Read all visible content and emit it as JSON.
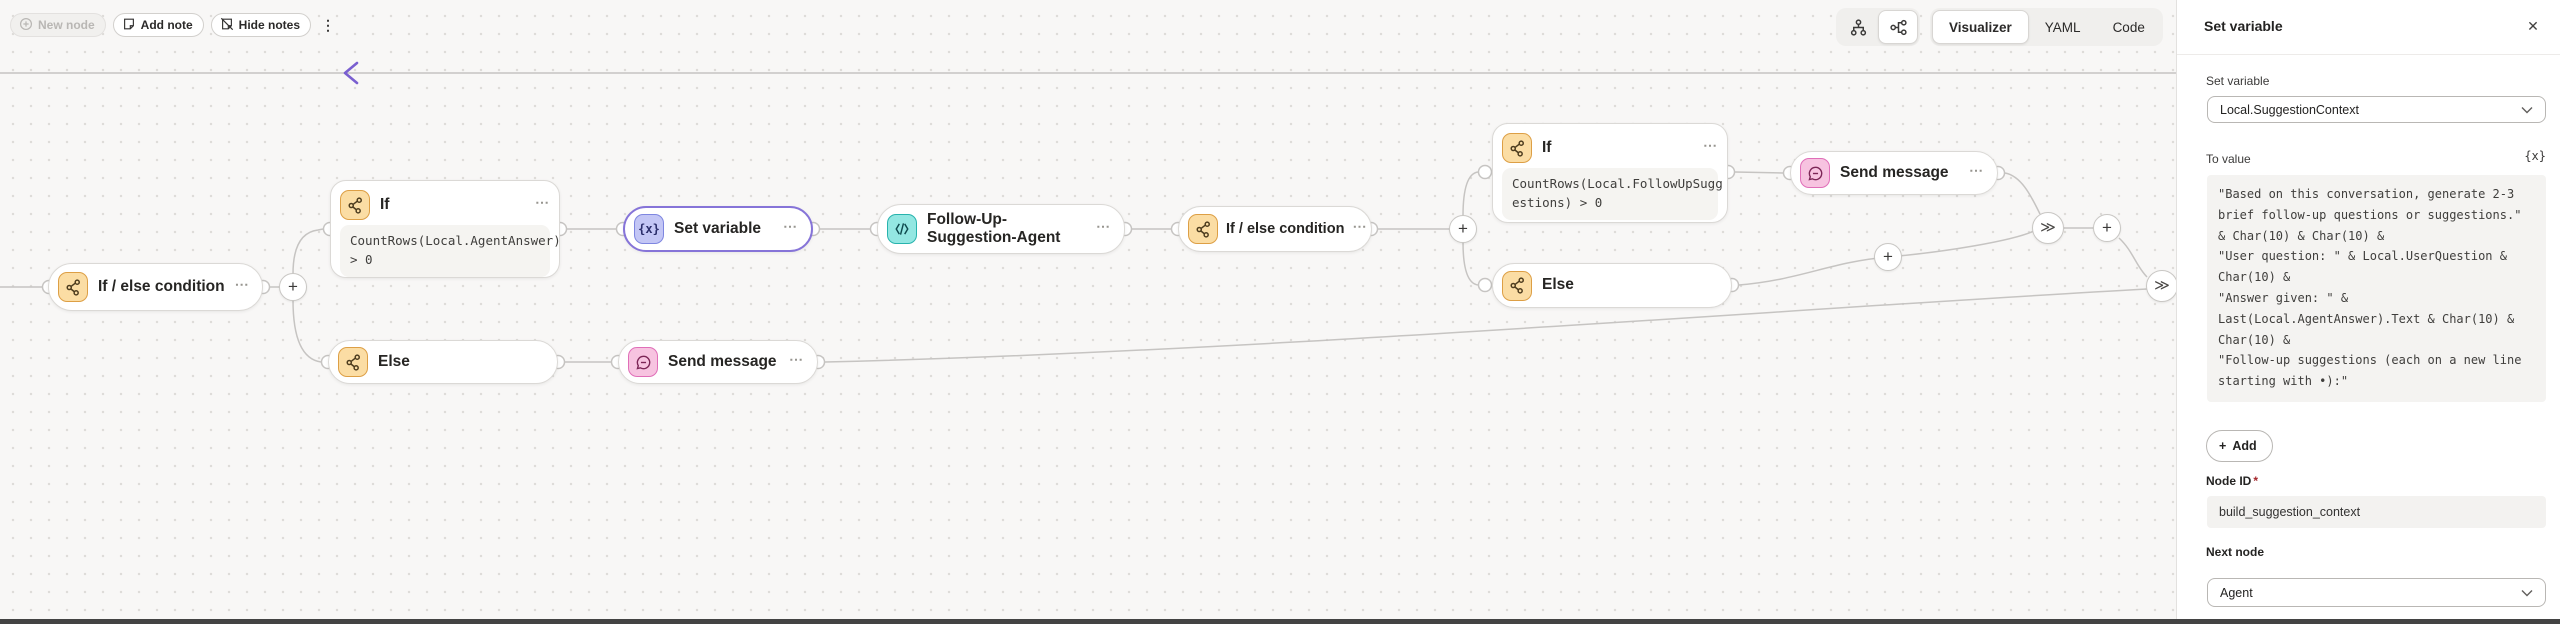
{
  "toolbar": {
    "new_node_label": "New node",
    "add_note_label": "Add note",
    "hide_notes_label": "Hide notes"
  },
  "view_controls": {
    "tabs": [
      {
        "label": "Visualizer",
        "active": true
      },
      {
        "label": "YAML",
        "active": false
      },
      {
        "label": "Code",
        "active": false
      }
    ]
  },
  "canvas": {
    "nodes": [
      {
        "label": "If / else condition",
        "type": "condition"
      },
      {
        "label": "If",
        "type": "condition",
        "code": "CountRows(Local.AgentAnswer)\n> 0"
      },
      {
        "label": "Else",
        "type": "condition"
      },
      {
        "label": "Set variable",
        "type": "variable",
        "selected": true
      },
      {
        "label": "Send message",
        "type": "message"
      },
      {
        "label": "Follow-Up-Suggestion-Agent",
        "type": "agent"
      },
      {
        "label": "If / else condition",
        "type": "condition"
      },
      {
        "label": "If",
        "type": "condition",
        "code": "CountRows(Local.FollowUpSugg\nestions) > 0"
      },
      {
        "label": "Else",
        "type": "condition"
      },
      {
        "label": "Send message",
        "type": "message"
      }
    ]
  },
  "panel": {
    "title": "Set variable",
    "set_variable_label": "Set variable",
    "set_variable_value": "Local.SuggestionContext",
    "to_value_label": "To value",
    "formula": "\"Based on this conversation, generate 2-3\nbrief follow-up questions or suggestions.\"\n& Char(10) & Char(10) &\n\"User question: \" & Local.UserQuestion &\nChar(10) &\n\"Answer given: \" &\nLast(Local.AgentAnswer).Text & Char(10) &\nChar(10) &\n\"Follow-up suggestions (each on a new line\nstarting with •):\"",
    "add_button_label": "Add",
    "node_id_label": "Node ID",
    "required_mark": "*",
    "node_id_value": "build_suggestion_context",
    "next_node_label": "Next node",
    "next_node_value": "Agent"
  },
  "icons": {
    "more": "⋯",
    "plus": "+",
    "jump": "≫",
    "close": "✕",
    "kebab": "⋮",
    "formula": "{x}",
    "variable": "{x}"
  },
  "colors": {
    "selected_outline": "#8674d8",
    "edge": "#c6c4c2",
    "direction_arrow": "#7a5fd0",
    "condition_icon_bg": "#fbdda4",
    "condition_icon_border": "#dd9f45",
    "variable_icon_bg": "#c3c6f5",
    "variable_icon_border": "#7e86e0",
    "message_icon_bg": "#f7c3e0",
    "message_icon_border": "#e06eb8",
    "agent_icon_bg": "#93e7e2",
    "agent_icon_border": "#27b3ad"
  }
}
